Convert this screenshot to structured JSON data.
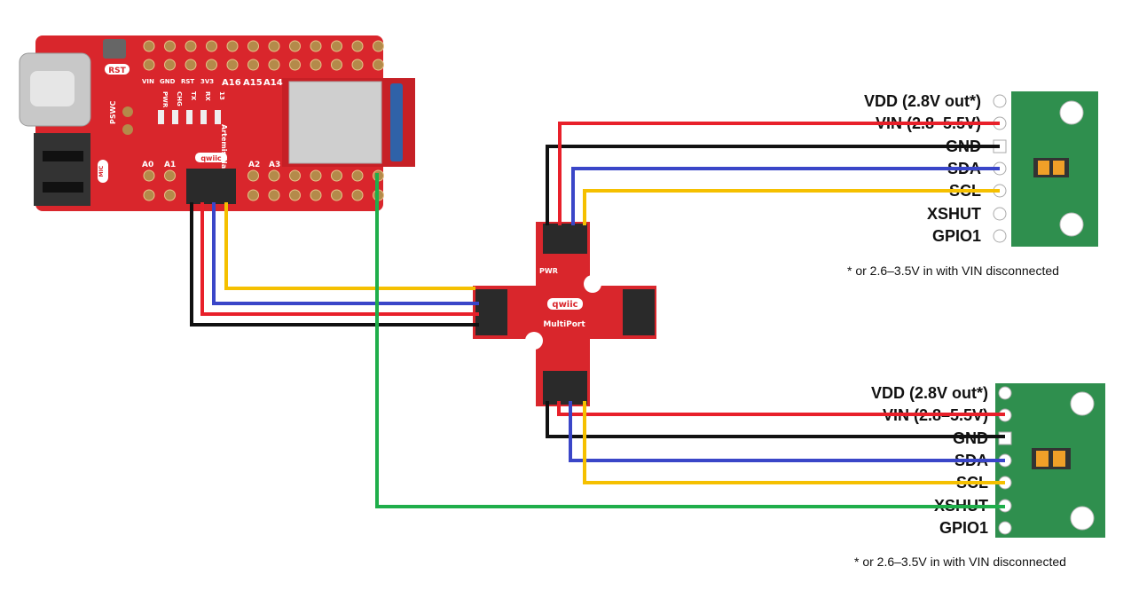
{
  "colors": {
    "wire_vin": "#e8202a",
    "wire_gnd": "#111111",
    "wire_sda": "#3a46c8",
    "wire_scl": "#f5c000",
    "wire_xshut": "#1fae4a",
    "board_red": "#d9262c",
    "sensor_green": "#2f8f4e"
  },
  "mcu_board": {
    "rst": "RST",
    "top_labels": [
      "VIN",
      "GND",
      "RST",
      "3V3",
      "A16",
      "A15",
      "A14"
    ],
    "bottom_labels": [
      "A0",
      "A1",
      "A2",
      "A3"
    ],
    "pswc": "PSWC",
    "led_labels": [
      "PWR",
      "CHG",
      "TX",
      "RX",
      "13"
    ],
    "name": "Artemis Nano",
    "qwiic": "qwiic",
    "mic": "MIC"
  },
  "multiport": {
    "pwr": "PWR",
    "qwiic": "qwiic",
    "name": "MultiPort"
  },
  "sensors": [
    {
      "pins": [
        "VDD (2.8V out*)",
        "VIN (2.8–5.5V)",
        "GND",
        "SDA",
        "SCL",
        "XSHUT",
        "GPIO1"
      ],
      "footnote": "* or 2.6–3.5V in with VIN disconnected"
    },
    {
      "pins": [
        "VDD (2.8V out*)",
        "VIN (2.8–5.5V)",
        "GND",
        "SDA",
        "SCL",
        "XSHUT",
        "GPIO1"
      ],
      "footnote": "* or 2.6–3.5V in with VIN disconnected"
    }
  ]
}
